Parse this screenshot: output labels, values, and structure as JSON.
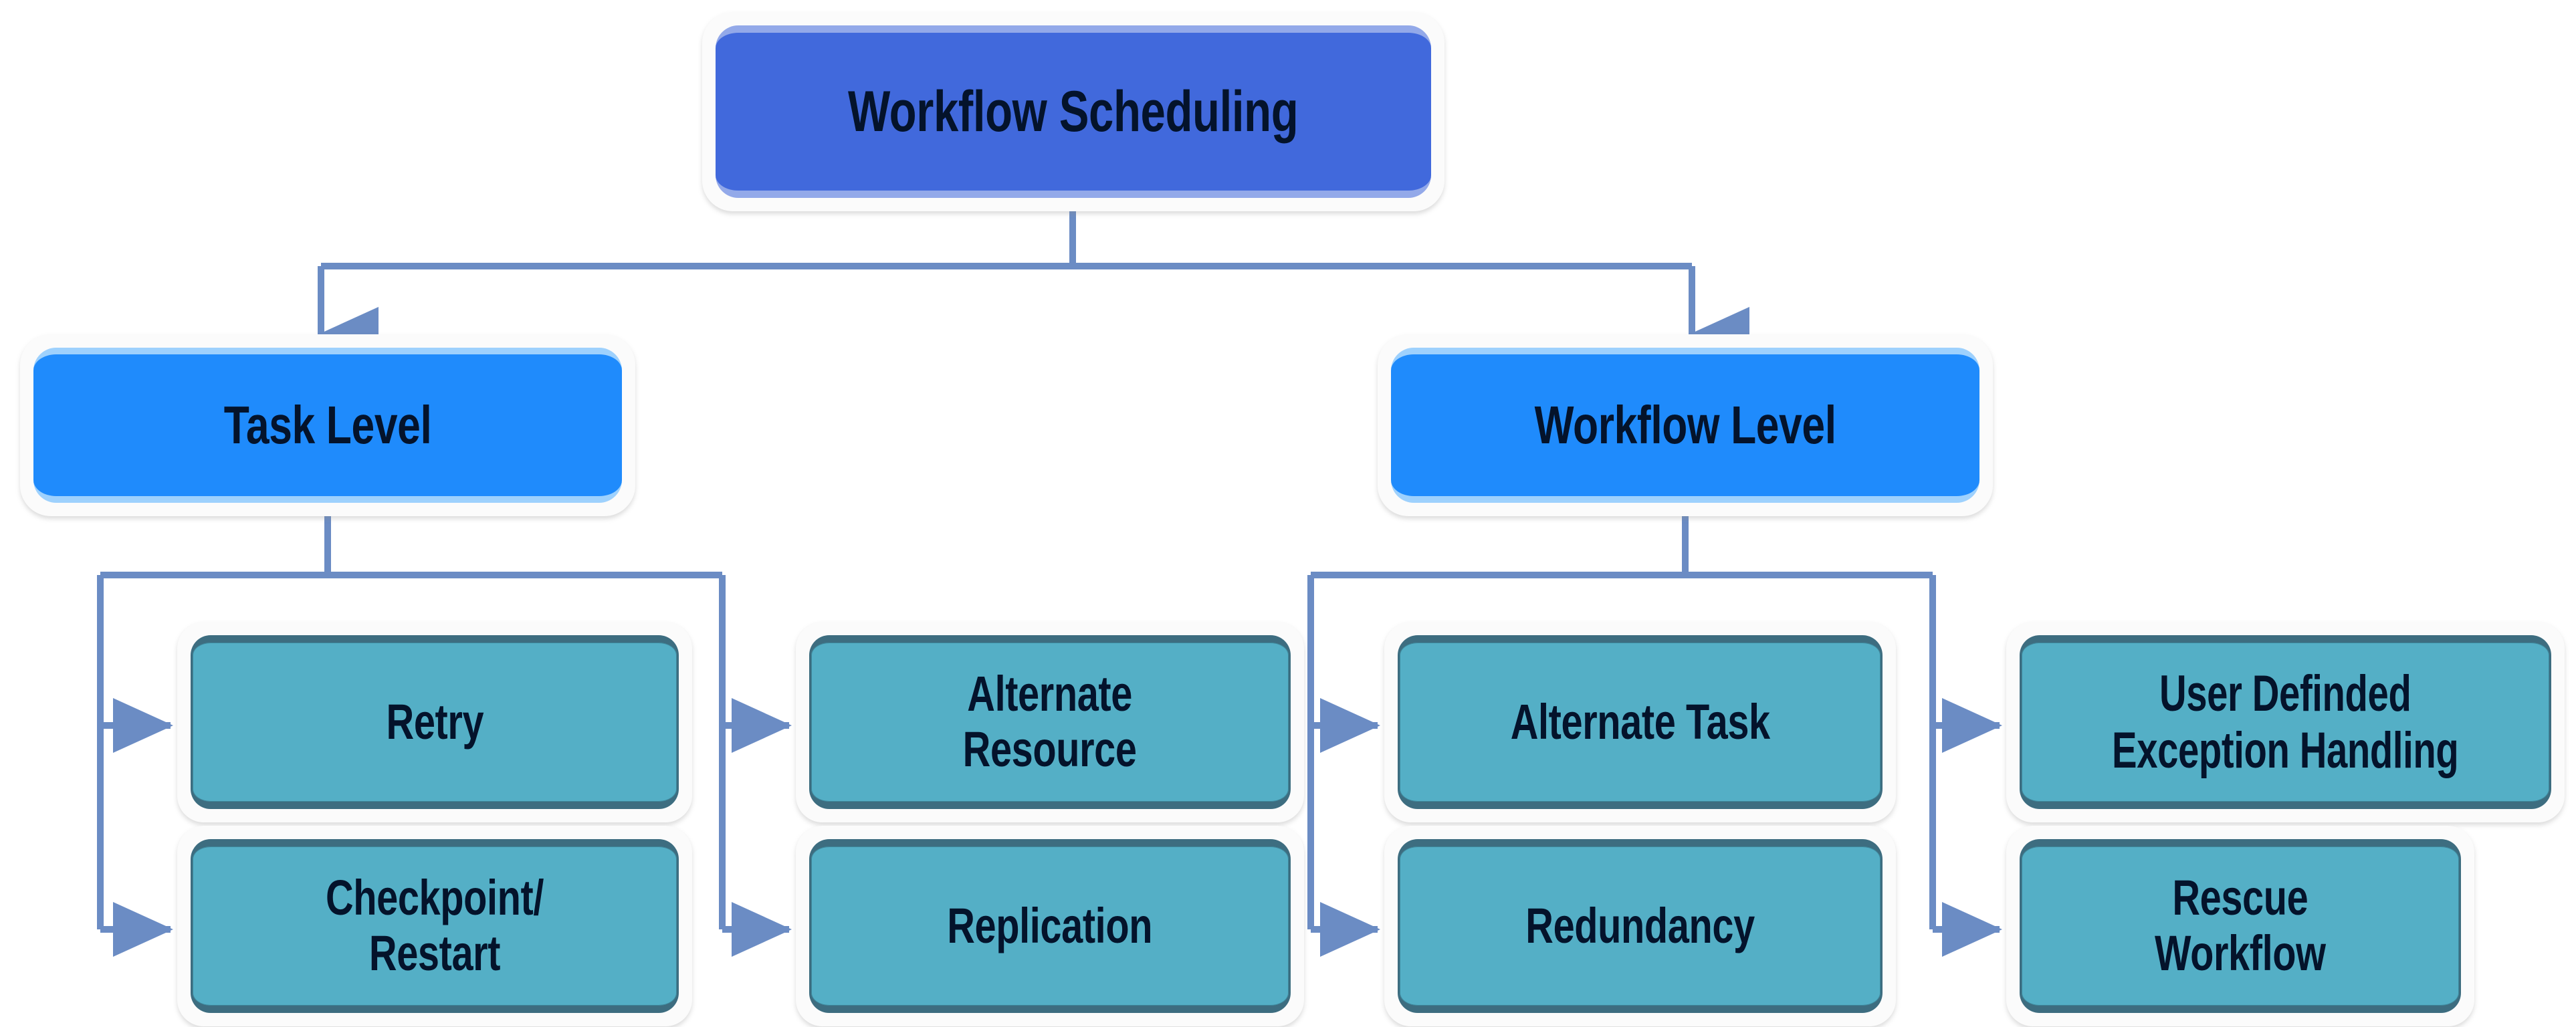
{
  "diagram": {
    "title_text": "Workflow Scheduling",
    "type": "hierarchy-tree",
    "background_color": "#ffffff",
    "connector_color": "#6b8cc4",
    "levels": [
      {
        "level": 1,
        "fill_color": "#4169dc",
        "nodes": [
          {
            "id": "root",
            "label": "Workflow Scheduling"
          }
        ]
      },
      {
        "level": 2,
        "fill_color": "#1f8bfc",
        "nodes": [
          {
            "id": "task_level",
            "label": "Task Level"
          },
          {
            "id": "workflow_level",
            "label": "Workflow Level"
          }
        ]
      },
      {
        "level": 3,
        "fill_color": "#54afc6",
        "border_color": "#3d6d80",
        "nodes": [
          {
            "id": "retry",
            "label": "Retry",
            "parent": "task_level"
          },
          {
            "id": "checkpoint_restart",
            "label": "Checkpoint/\nRestart",
            "parent": "task_level"
          },
          {
            "id": "alternate_resource",
            "label": "Alternate\nResource",
            "parent": "task_level"
          },
          {
            "id": "replication",
            "label": "Replication",
            "parent": "task_level"
          },
          {
            "id": "alternate_task",
            "label": "Alternate Task",
            "parent": "workflow_level"
          },
          {
            "id": "redundancy",
            "label": "Redundancy",
            "parent": "workflow_level"
          },
          {
            "id": "user_defined_exception_handling",
            "label": "User Definded\nException Handling",
            "parent": "workflow_level"
          },
          {
            "id": "rescue_workflow",
            "label": "Rescue\nWorkflow",
            "parent": "workflow_level"
          }
        ]
      }
    ],
    "edges": [
      {
        "from": "root",
        "to": "task_level",
        "style": "elbow-down-arrow"
      },
      {
        "from": "root",
        "to": "workflow_level",
        "style": "elbow-down-arrow"
      },
      {
        "from": "task_level",
        "to": "retry",
        "style": "elbow-right-arrow"
      },
      {
        "from": "task_level",
        "to": "checkpoint_restart",
        "style": "elbow-right-arrow"
      },
      {
        "from": "task_level",
        "to": "alternate_resource",
        "style": "elbow-right-arrow"
      },
      {
        "from": "task_level",
        "to": "replication",
        "style": "elbow-right-arrow"
      },
      {
        "from": "workflow_level",
        "to": "alternate_task",
        "style": "elbow-right-arrow"
      },
      {
        "from": "workflow_level",
        "to": "redundancy",
        "style": "elbow-right-arrow"
      },
      {
        "from": "workflow_level",
        "to": "user_defined_exception_handling",
        "style": "elbow-right-arrow"
      },
      {
        "from": "workflow_level",
        "to": "rescue_workflow",
        "style": "elbow-right-arrow"
      }
    ]
  }
}
